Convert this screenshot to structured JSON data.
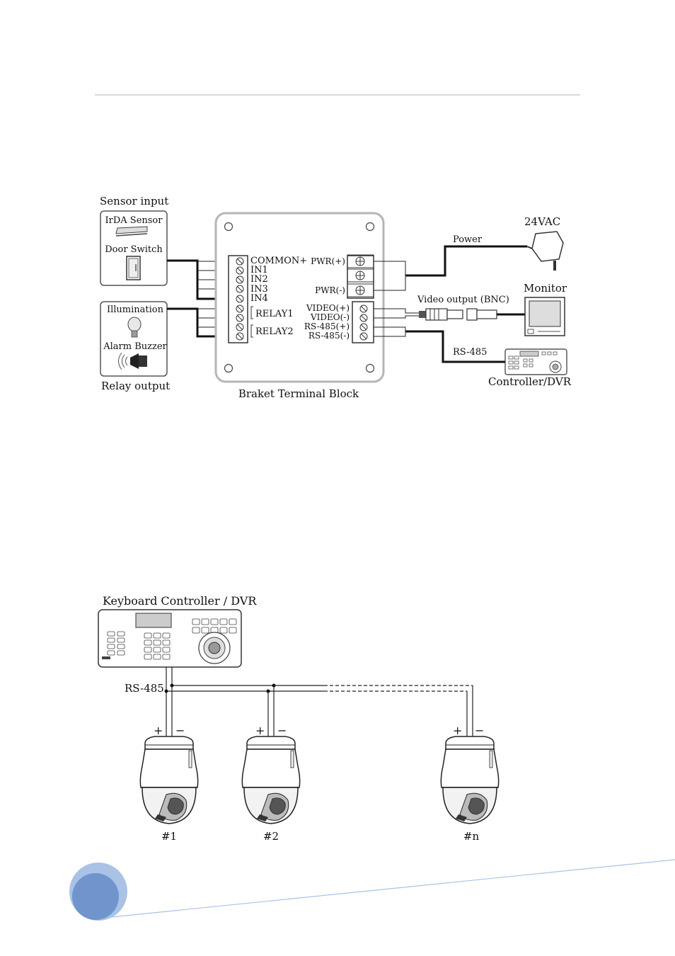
{
  "diagram1": {
    "title": "Braket Terminal Block",
    "sensor_group": {
      "title": "Sensor input",
      "items": [
        "IrDA Sensor",
        "Door Switch"
      ]
    },
    "relay_group": {
      "title": "Relay output",
      "items": [
        "Illumination",
        "Alarm Buzzer"
      ]
    },
    "left_terminals": [
      "COMMON+",
      "IN1",
      "IN2",
      "IN3",
      "IN4",
      "RELAY1",
      "RELAY2"
    ],
    "power_terminals": [
      "PWR(+)",
      "PWR(-)"
    ],
    "signal_terminals": [
      "VIDEO(+)",
      "VIDEO(-)",
      "RS-485(+)",
      "RS-485(-)"
    ],
    "connections": {
      "power_label": "Power",
      "power_source": "24VAC",
      "video_label": "Video output (BNC)",
      "monitor": "Monitor",
      "rs485_label": "RS-485",
      "controller": "Controller/DVR"
    }
  },
  "diagram2": {
    "controller": "Keyboard Controller / DVR",
    "bus_label": "RS-485",
    "plus": "+",
    "minus": "−",
    "cameras": [
      "#1",
      "#2",
      "#n"
    ]
  },
  "colors": {
    "accent": "#6f95cc",
    "accent_light": "#a9c2e6",
    "rule": "#aab3c2"
  }
}
